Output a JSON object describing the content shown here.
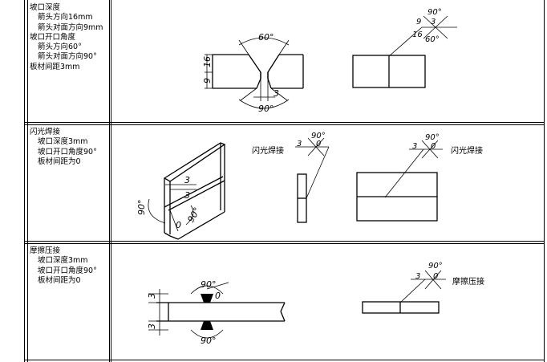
{
  "rows": [
    {
      "title": "坡口深度",
      "lines": [
        "箭头方向16mm",
        "箭头对面方向9mm",
        "坡口开口角度",
        "箭头方向60°",
        "箭头对面方向90°",
        "板材间距3mm"
      ],
      "indent": [
        true,
        true,
        false,
        true,
        true,
        false
      ],
      "fig": {
        "angle_top": "60°",
        "angle_bottom": "90°",
        "depth_top": "16",
        "depth_bottom": "9",
        "gap": "3",
        "sym_depth_top": "9",
        "sym_gap": "3",
        "sym_depth_bottom": "16",
        "sym_angle_top": "90°",
        "sym_angle_bottom": "60°"
      }
    },
    {
      "title": "闪光焊接",
      "lines": [
        "坡口深度3mm",
        "坡口开口角度90°",
        "板材间距为0"
      ],
      "indent": [
        true,
        true,
        true
      ],
      "fig": {
        "dim_top": "3",
        "dim_side": "3",
        "gap": "0",
        "angle_left": "90°",
        "angle_right": "90°",
        "sym_depth": "3",
        "sym_angle": "90°",
        "sym_gap": "0",
        "label": "闪光焊接"
      }
    },
    {
      "title": "摩擦压接",
      "lines": [
        "坡口深度3mm",
        "坡口开口角度90°",
        "板材间距为0"
      ],
      "indent": [
        true,
        true,
        true
      ],
      "fig": {
        "dim_top": "3",
        "dim_bottom": "3",
        "gap": "0",
        "angle_top": "90°",
        "angle_bottom": "90°",
        "sym_depth": "3",
        "sym_angle": "90°",
        "sym_gap": "0",
        "label": "摩擦压接"
      }
    }
  ]
}
